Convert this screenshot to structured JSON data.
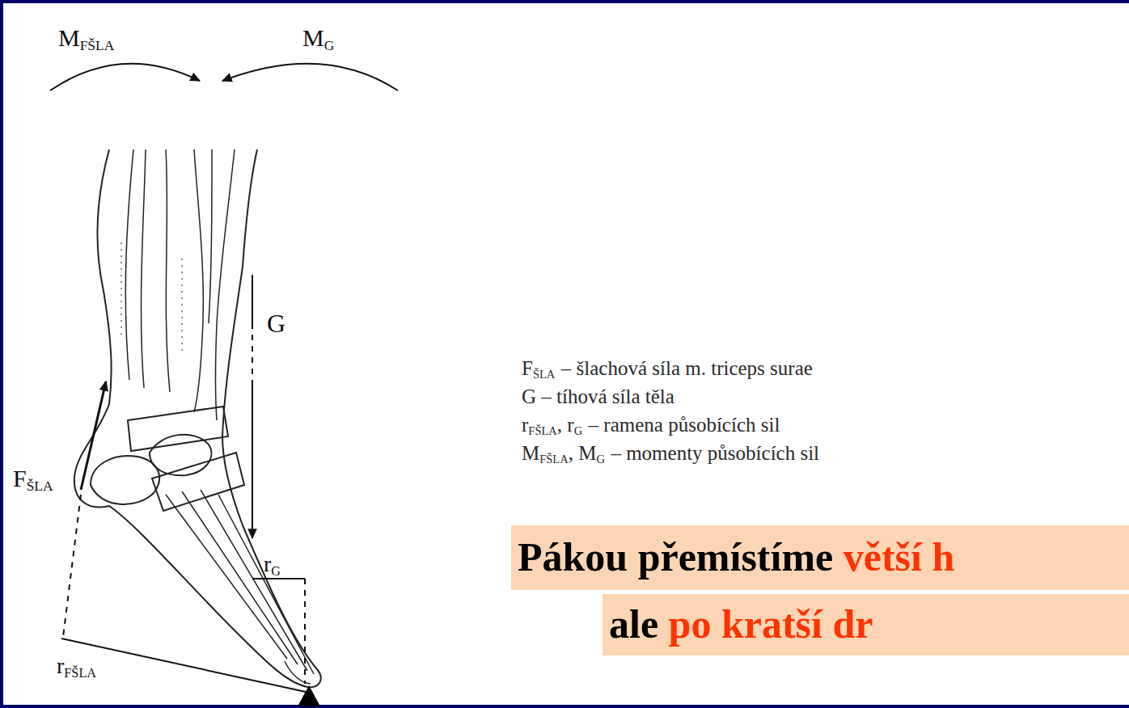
{
  "diagram": {
    "nodes": [
      {
        "text": [
          "Pákou přemístíme",
          "větší h"
        ]
      },
      {
        "text": [
          "ale",
          "po kratší dr"
        ]
      }
    ],
    "labels": [
      "M",
      "FŠLA",
      "M",
      "G",
      "F",
      "ŠLA",
      "G",
      "r",
      "G",
      "r",
      "FŠLA",
      "F",
      "ŠLA",
      "– šlachová síla m. triceps surae",
      "G – tíhová síla těla",
      "r",
      "FŠLA",
      ", r",
      "G",
      "– ramena působících sil",
      "M",
      "FŠLA",
      ", M",
      "G",
      "– momenty působících sil"
    ]
  }
}
